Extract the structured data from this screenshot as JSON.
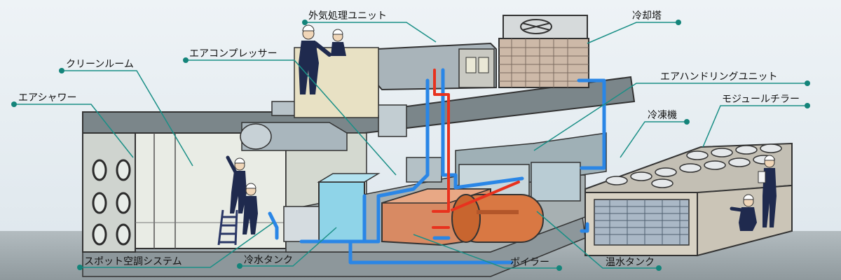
{
  "labels": {
    "outdoor_air_unit": "外気処理ユニット",
    "cooling_tower": "冷却塔",
    "air_compressor": "エアコンプレッサー",
    "clean_room": "クリーンルーム",
    "air_handling_unit": "エアハンドリングユニット",
    "air_shower": "エアシャワー",
    "module_chiller": "モジュールチラー",
    "refrigerator": "冷凍機",
    "spot_air_conditioning": "スポット空調システム",
    "cold_water_tank": "冷水タンク",
    "boiler": "ボイラー",
    "hot_water_tank": "温水タンク"
  },
  "colors": {
    "leader_line": "#1a8f86",
    "leader_dot": "#14847a",
    "cold_pipe": "#2a86e6",
    "hot_pipe": "#e8321e",
    "wall": "#c8cdc6",
    "floor": "#9aa4a8",
    "boiler": "#d97843",
    "worker": "#1f2a4e"
  }
}
